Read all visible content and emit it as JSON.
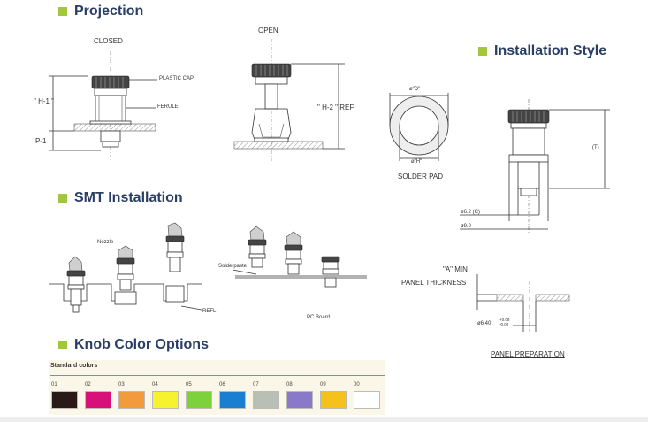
{
  "headings": {
    "projection": "Projection",
    "installation_style": "Installation Style",
    "smt_installation": "SMT Installation",
    "knob_color_options": "Knob Color Options"
  },
  "projection": {
    "closed": "CLOSED",
    "open": "OPEN",
    "plastic_cap": "PLASTIC CAP",
    "ferrule": "FERULE",
    "h1": "\" H-1 \"",
    "p1": "P-1",
    "h2": "\" H-2 \" REF."
  },
  "installation": {
    "d_label": "ø\"D\"",
    "h_label": "ø\"H\"",
    "solder_pad": "SOLDER PAD",
    "t_label": "(T)",
    "d62": "ø6.2 (C)",
    "d90": "ø9.0",
    "a_min": "\"A\" MIN",
    "panel_thickness": "PANEL THICKNESS",
    "d640": "ø6.40",
    "tol_plus": "+0.08",
    "tol_minus": "-0.00",
    "panel_preparation": "PANEL PREPARATION"
  },
  "smt": {
    "nozzle": "Nozzle",
    "solderpaste": "Solderpaste",
    "refl": "REFL",
    "pc_board": "PC Board"
  },
  "colors": {
    "title": "Standard colors",
    "swatches": [
      {
        "num": "01",
        "hex": "#2a1a17"
      },
      {
        "num": "02",
        "hex": "#d6127a"
      },
      {
        "num": "03",
        "hex": "#f39a3c"
      },
      {
        "num": "04",
        "hex": "#f7f22e"
      },
      {
        "num": "05",
        "hex": "#7dd23c"
      },
      {
        "num": "06",
        "hex": "#1a7fd1"
      },
      {
        "num": "07",
        "hex": "#b9bfb5"
      },
      {
        "num": "08",
        "hex": "#8a78c8"
      },
      {
        "num": "09",
        "hex": "#f4c21a"
      },
      {
        "num": "00",
        "hex": "#ffffff"
      }
    ]
  }
}
